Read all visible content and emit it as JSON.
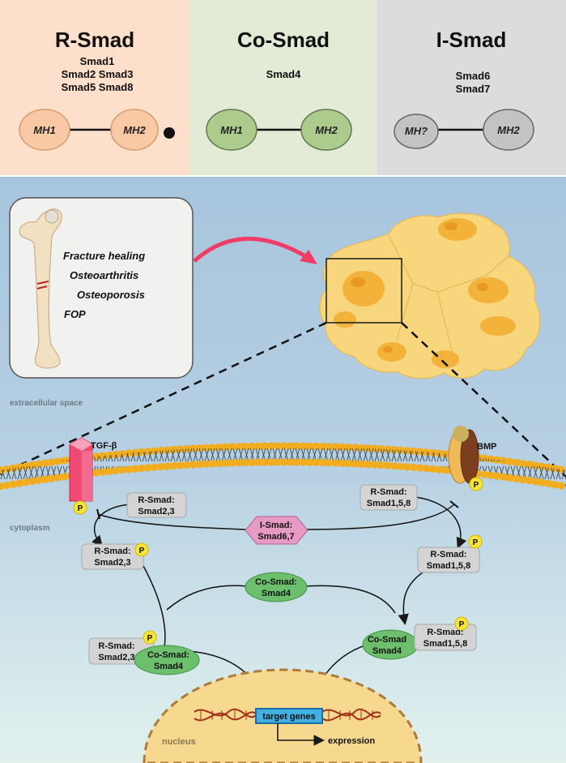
{
  "top_panels": {
    "rsmad": {
      "title": "R-Smad",
      "members": [
        "Smad1",
        "Smad2 Smad3",
        "Smad5 Smad8"
      ],
      "domain_left": "MH1",
      "domain_right": "MH2",
      "bg": "#fde0cc",
      "ellipse": "#f8c9a4"
    },
    "cosmad": {
      "title": "Co-Smad",
      "members": [
        "Smad4"
      ],
      "domain_left": "MH1",
      "domain_right": "MH2",
      "bg": "#e3ead6",
      "ellipse": "#aecb8e"
    },
    "ismad": {
      "title": "I-Smad",
      "members": [
        "Smad6",
        "Smad7"
      ],
      "domain_left": "MH?",
      "domain_right": "MH2",
      "bg": "#dcdcdc",
      "ellipse": "#c2c4c3"
    }
  },
  "disease_box": {
    "items": [
      "Fracture healing",
      "Osteoarthritis",
      "Osteoporosis",
      "FOP"
    ]
  },
  "labels": {
    "extracellular": "extracellular space",
    "cytoplasm": "cytoplasm",
    "nucleus": "nucleus",
    "tgfb": "TGF-β",
    "bmp": "BMP",
    "phospho": "P",
    "target_genes": "target genes",
    "expression": "expression"
  },
  "pathway": {
    "rsmad23": {
      "line1": "R-Smad:",
      "line2": "Smad2,3"
    },
    "rsmad158": {
      "line1": "R-Smad:",
      "line2": "Smad1,5,8"
    },
    "ismad67": {
      "line1": "I-Smad:",
      "line2": "Smad6,7"
    },
    "cosmad4": {
      "line1": "Co-Smad:",
      "line2": "Smad4"
    },
    "cosmad4_short": {
      "line1": "Co-Smad",
      "line2": "Smad4"
    }
  },
  "colors": {
    "membrane": "#f2ad1f",
    "cytoplasm_top": "#b9d3e4",
    "cytoplasm_bottom": "#dff0ee",
    "ext_space": "#a8c6dd",
    "nucleus": "#f6d88e",
    "cell": "#f8d67e",
    "rsmad_box": "#d4d4d4",
    "cosmad_ellipse": "#6cbf6d",
    "ismad_hex": "#e79ac3",
    "phospho": "#f7e53a",
    "arrow_red": "#ef3d67",
    "target_box": "#42b0e3"
  }
}
